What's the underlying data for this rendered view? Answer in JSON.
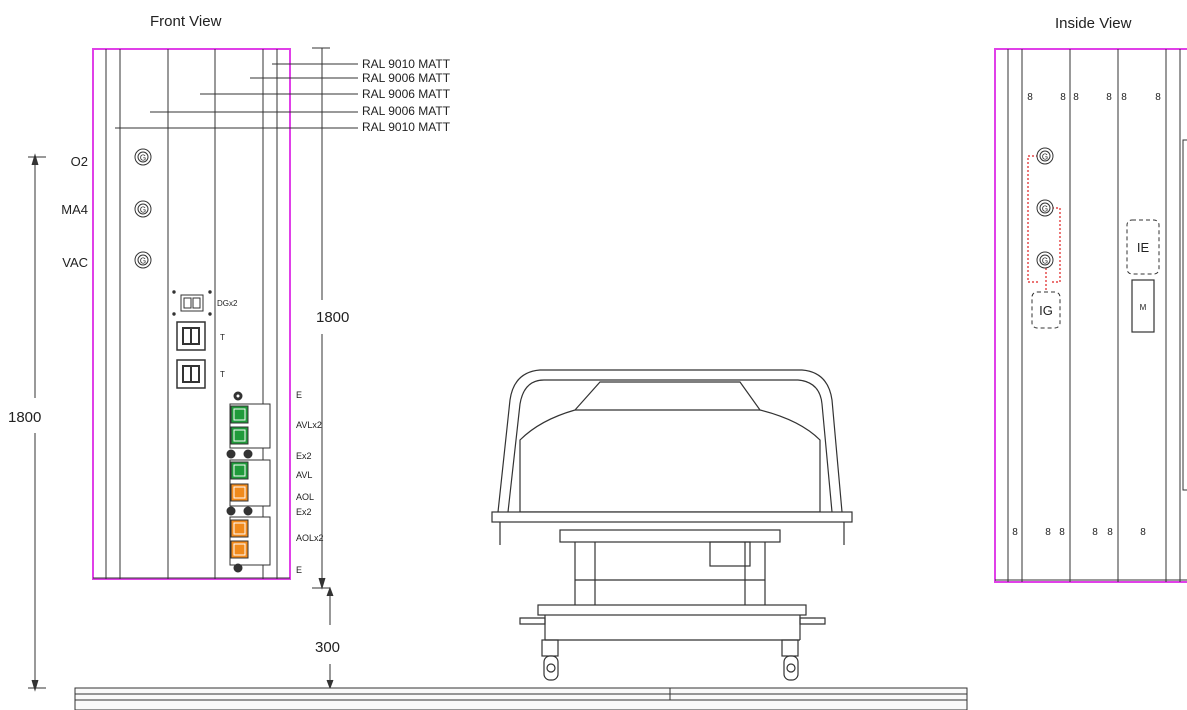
{
  "views": {
    "front_title": "Front View",
    "inside_title": "Inside View"
  },
  "finishes": [
    "RAL 9010 MATT",
    "RAL 9006 MATT",
    "RAL 9006 MATT",
    "RAL 9006 MATT",
    "RAL 9010 MATT"
  ],
  "gas_labels": [
    "O2",
    "MA4",
    "VAC"
  ],
  "outlet_symbol": "G",
  "data_labels": {
    "dg": "DGx2",
    "t1": "T",
    "t2": "T"
  },
  "socket_labels": {
    "e_top": "E",
    "avl_x2": "AVLx2",
    "ex2_a": "Ex2",
    "avl": "AVL",
    "aol": "AOL",
    "ex2_b": "Ex2",
    "aol_x2": "AOLx2",
    "e_bottom": "E"
  },
  "dimensions": {
    "panel_height": "1800",
    "overall_height": "1800",
    "floor_clearance": "300"
  },
  "inside_labels": {
    "ie": "IE",
    "ig": "IG",
    "m": "M",
    "slot": "8"
  },
  "colors": {
    "panel_outline": "#e040e8",
    "green_socket": "#1f9a3a",
    "orange_socket": "#f08a1c",
    "red_link": "#e02020",
    "line": "#333333"
  }
}
